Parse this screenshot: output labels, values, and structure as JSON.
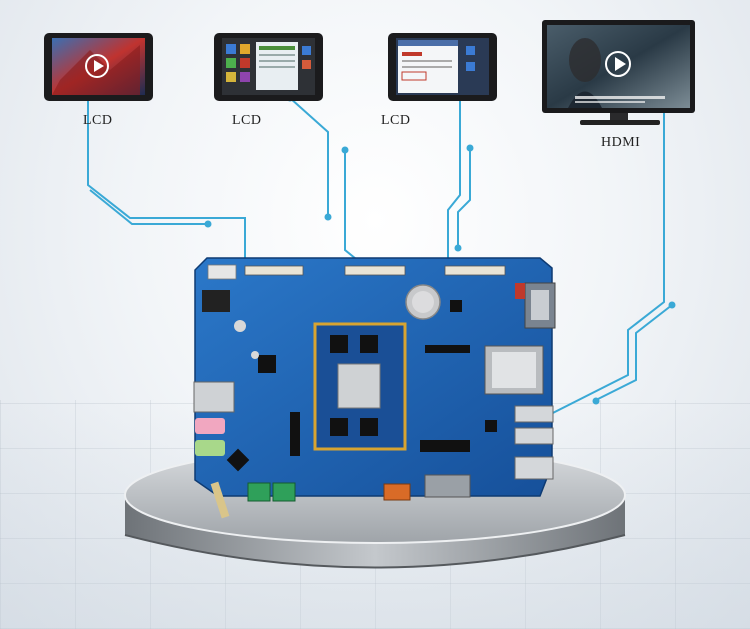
{
  "displays": [
    {
      "label": "LCD",
      "type": "tablet",
      "content": "spider-man-video"
    },
    {
      "label": "LCD",
      "type": "tablet",
      "content": "app-icons-desktop"
    },
    {
      "label": "LCD",
      "type": "tablet",
      "content": "settings-window"
    },
    {
      "label": "HDMI",
      "type": "monitor",
      "content": "captain-america-video"
    }
  ],
  "monitor_caption": "",
  "board": {
    "color": "#1f63b5",
    "accent": "#d8a431"
  },
  "colors": {
    "connector_line": "#3aa9d6",
    "platform": "#a9adb2",
    "board_blue": "#1f63b5"
  }
}
